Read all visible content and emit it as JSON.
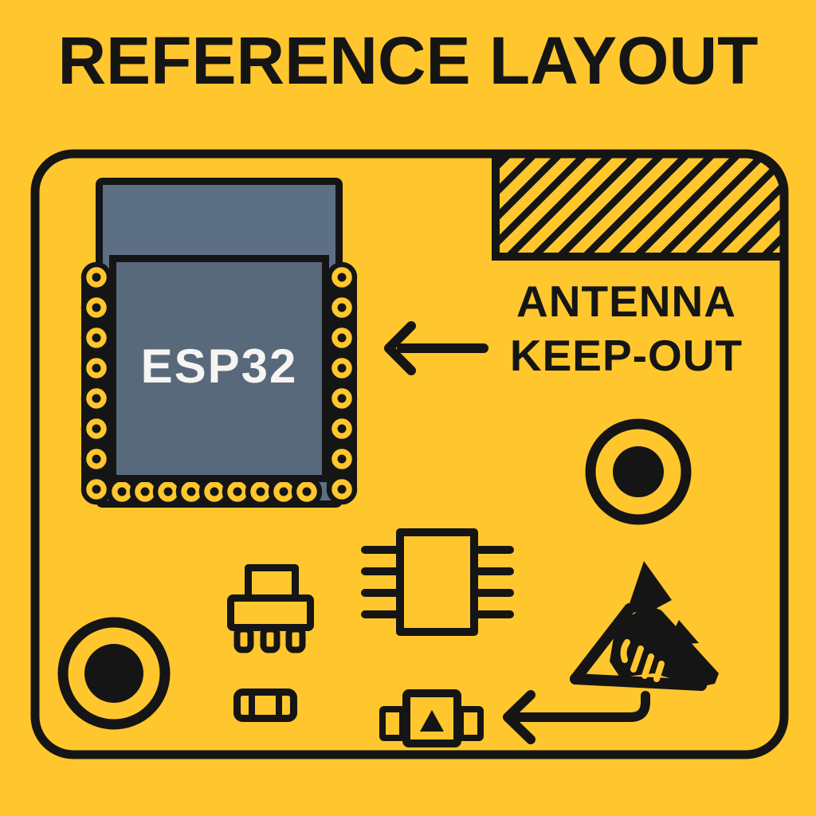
{
  "title": "REFERENCE LAYOUT",
  "board": {
    "module_label": "ESP32",
    "keepout_line1": "ANTENNA",
    "keepout_line2": "KEEP-OUT"
  },
  "icons": {
    "antenna_keepout_zone": "hatched-rectangle",
    "esp32_module": "castellated-pad-module",
    "mounting_hole_top_right": "ring-with-dot",
    "mounting_hole_bottom_left": "ring-with-dot",
    "ic_chip": "dip-ic-8-pin",
    "connector": "3-leg-connector",
    "chip_resistor": "3-segment-chip",
    "smd_button": "square-with-triangle-and-tabs",
    "esd_warning": "esd-susceptible-hand-triangle",
    "arrow_to_module": "left-arrow",
    "arrow_to_component": "elbow-left-arrow"
  },
  "colors": {
    "bg": "#FFC72D",
    "ink": "#151515",
    "module": "#5D6F83",
    "shield": "#59697C",
    "label": "#F6F5F1"
  }
}
